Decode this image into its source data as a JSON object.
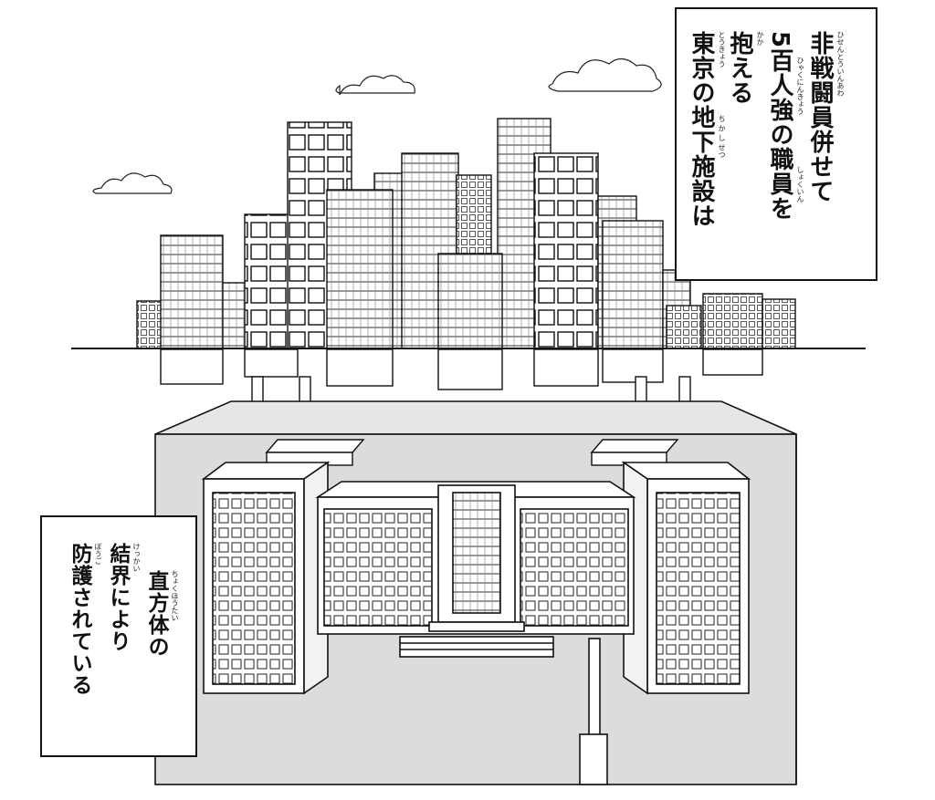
{
  "caption_top": {
    "lines": [
      "非戦闘員併せて",
      "5百人強の職員を",
      "抱える",
      "東京の地下施設は"
    ],
    "ruby": [
      {
        "col": 0,
        "offset": 0,
        "text": "ひせんとういんあわ"
      },
      {
        "col": 1,
        "offset": 30,
        "text": "ひゃくにんきょう"
      },
      {
        "col": 1,
        "offset": 150,
        "text": "しょくいん"
      },
      {
        "col": 2,
        "offset": 0,
        "text": "かか"
      },
      {
        "col": 3,
        "offset": 0,
        "text": "とうきょう"
      },
      {
        "col": 3,
        "offset": 92,
        "text": "ち か し せつ"
      }
    ]
  },
  "caption_bottom": {
    "lines": [
      "直方体の",
      "結界により",
      "防護されている"
    ],
    "ruby": [
      {
        "col": 0,
        "offset": 0,
        "text": "ちょくほうたい"
      },
      {
        "col": 1,
        "offset": 0,
        "text": "けっかい"
      },
      {
        "col": 2,
        "offset": 0,
        "text": "ぼうご"
      }
    ]
  },
  "colors": {
    "ink": "#111111",
    "screen_tone": "#dcdcdc",
    "paper": "#ffffff"
  }
}
